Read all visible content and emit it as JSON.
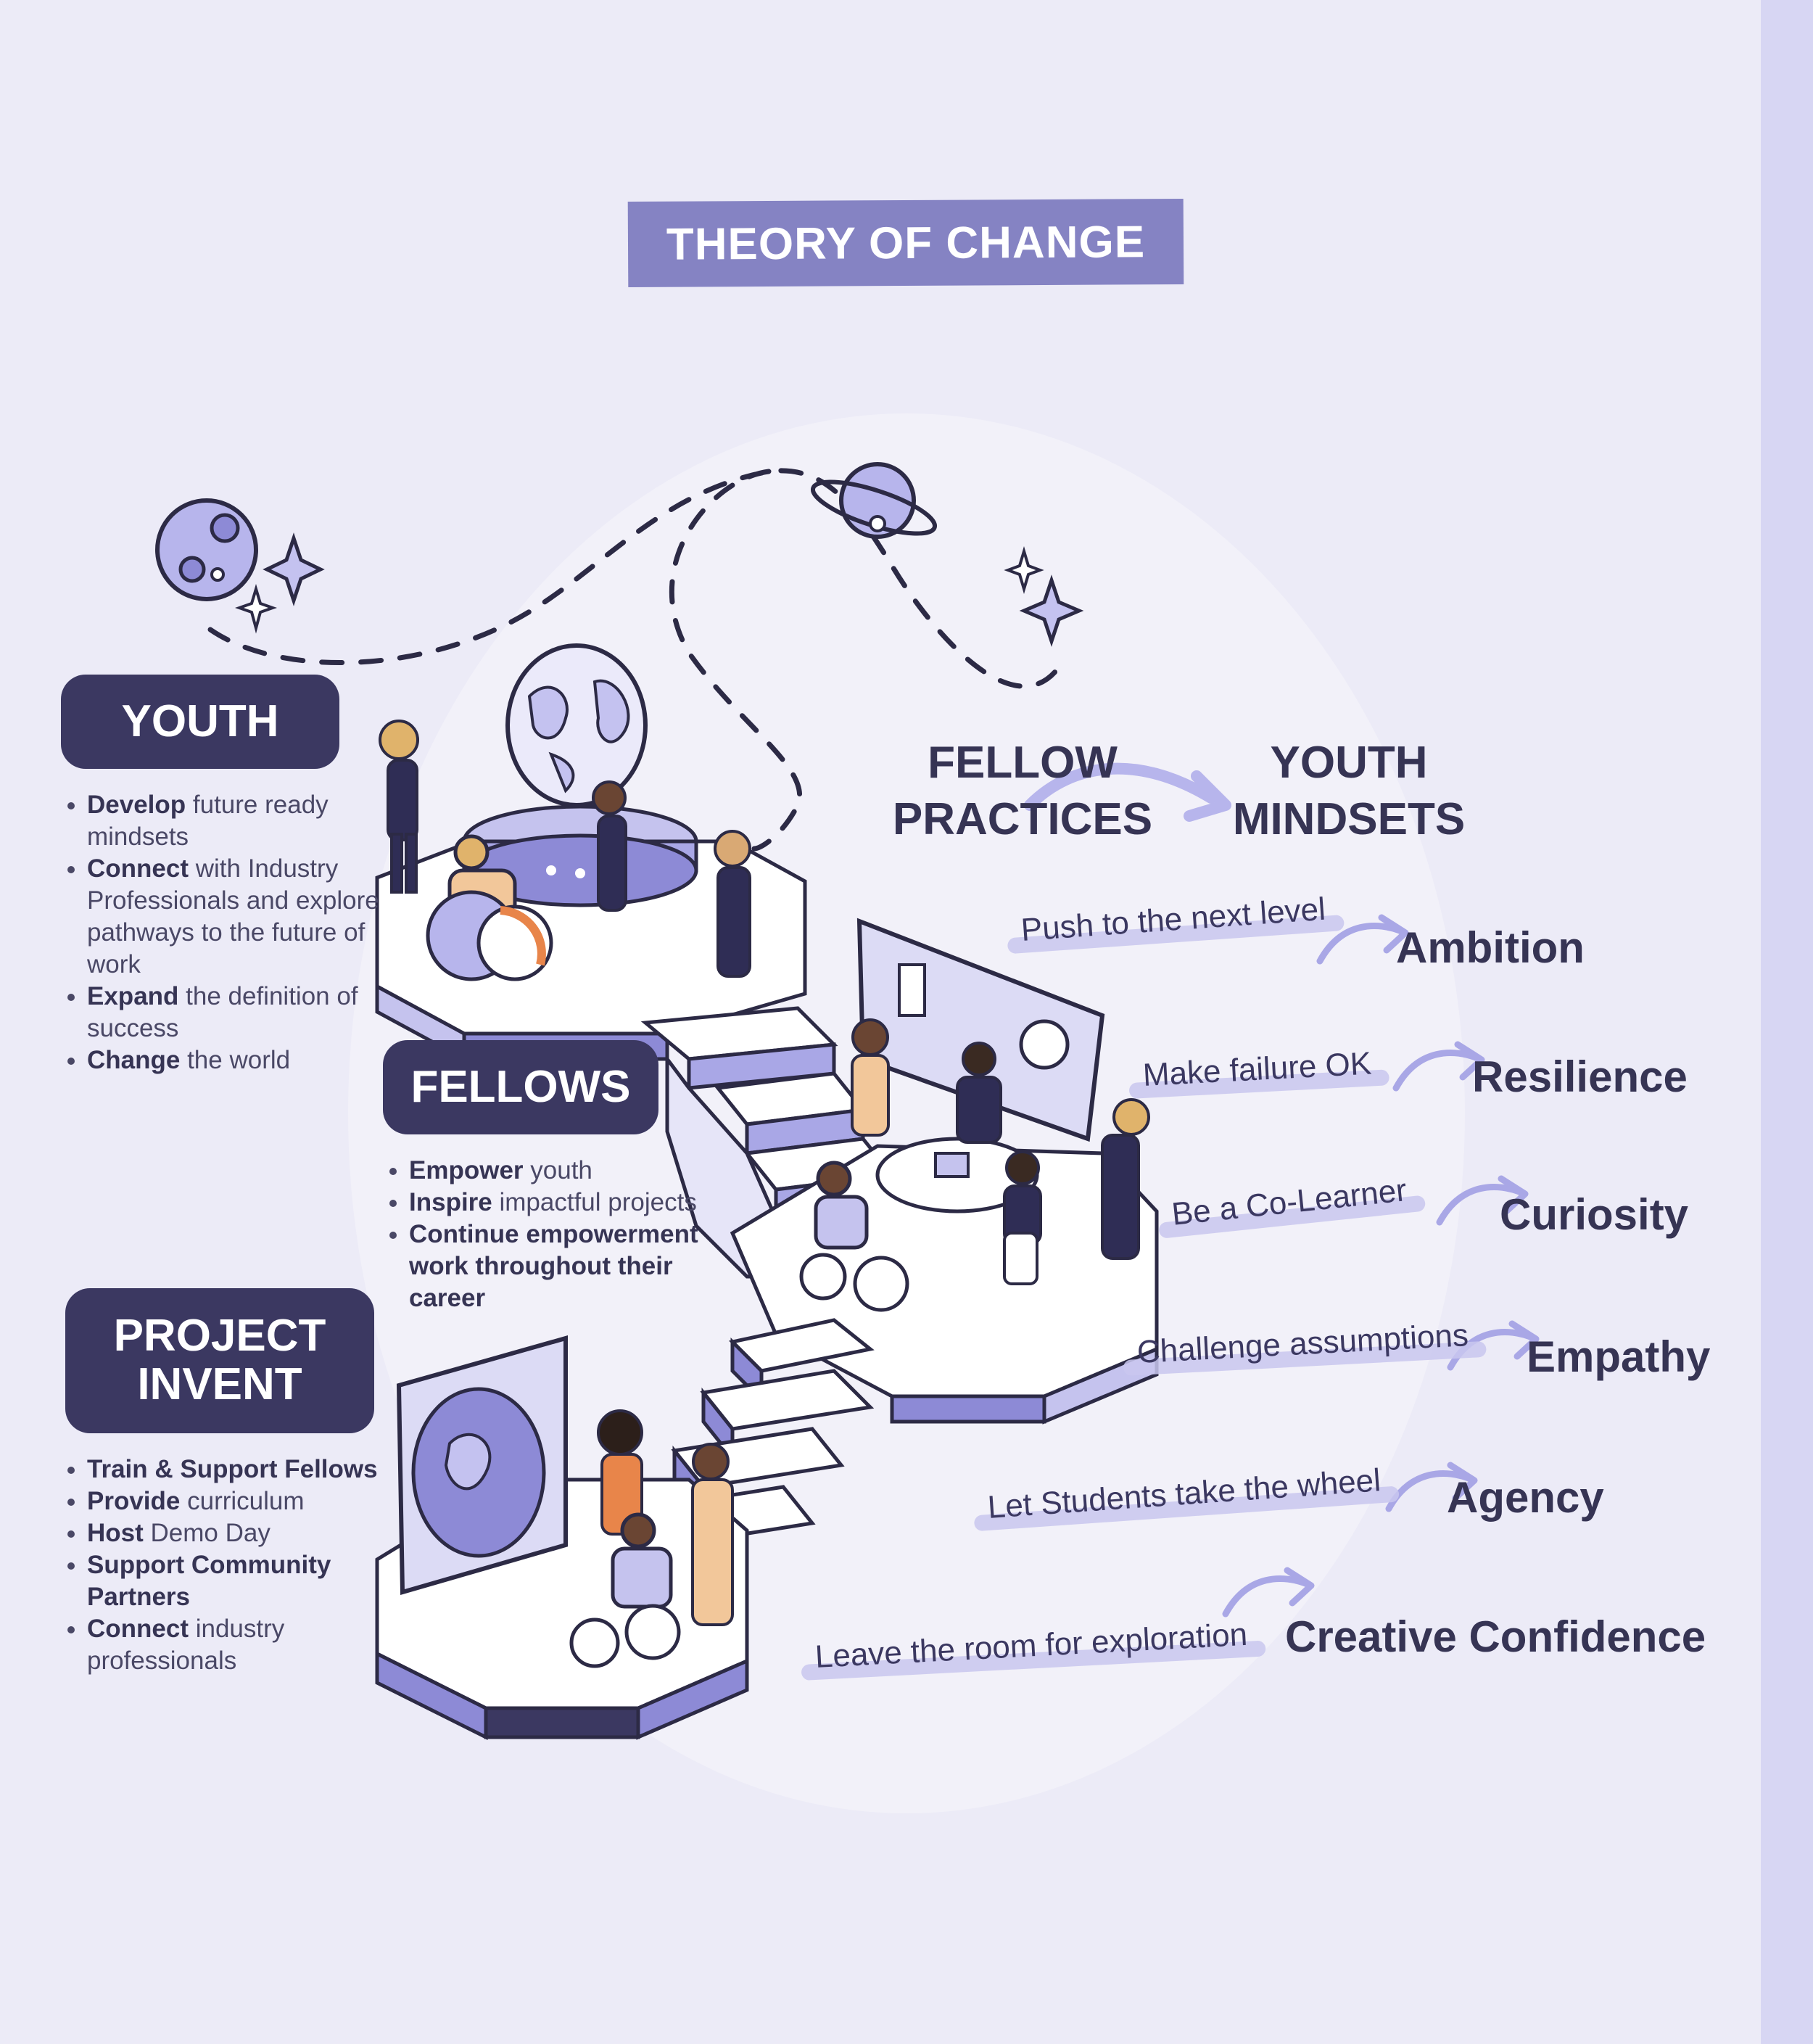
{
  "title": "THEORY OF CHANGE",
  "headings": {
    "fellow_practices": [
      "FELLOW",
      "PRACTICES"
    ],
    "youth_mindsets": [
      "YOUTH",
      "MINDSETS"
    ]
  },
  "youth": {
    "label": "YOUTH",
    "items": [
      {
        "bold": "Develop",
        "rest": " future ready mindsets"
      },
      {
        "bold": "Connect",
        "rest": " with Industry Professionals and explore pathways to the future of work"
      },
      {
        "bold": "Expand",
        "rest": " the definition of success"
      },
      {
        "bold": "Change",
        "rest": " the world"
      }
    ]
  },
  "fellows": {
    "label": "FELLOWS",
    "items": [
      {
        "bold": "Empower",
        "rest": " youth"
      },
      {
        "bold": "Inspire",
        "rest": " impactful projects"
      },
      {
        "bold": "Continue empowerment work throughout their career",
        "rest": ""
      }
    ]
  },
  "project_invent": {
    "label": [
      "PROJECT",
      "INVENT"
    ],
    "items": [
      {
        "bold": "Train & Support Fellows",
        "rest": ""
      },
      {
        "bold": "Provide",
        "rest": " curriculum"
      },
      {
        "bold": "Host",
        "rest": " Demo Day"
      },
      {
        "bold": "Support Community Partners",
        "rest": ""
      },
      {
        "bold": "Connect",
        "rest": " industry professionals"
      }
    ]
  },
  "pairs": [
    {
      "practice": "Push to the next level",
      "mindset": "Ambition"
    },
    {
      "practice": "Make failure OK",
      "mindset": "Resilience"
    },
    {
      "practice": "Be a Co-Learner",
      "mindset": "Curiosity"
    },
    {
      "practice": "Challenge assumptions",
      "mindset": "Empathy"
    },
    {
      "practice": "Let Students take the wheel",
      "mindset": "Agency"
    },
    {
      "practice": "Leave the room for exploration",
      "mindset": "Creative Confidence"
    }
  ],
  "colors": {
    "background": "#ecebf7",
    "navy": "#3b3861",
    "banner": "#8583c3",
    "lavender": "#a9a7e6",
    "highlight": "#c9c7ef"
  }
}
